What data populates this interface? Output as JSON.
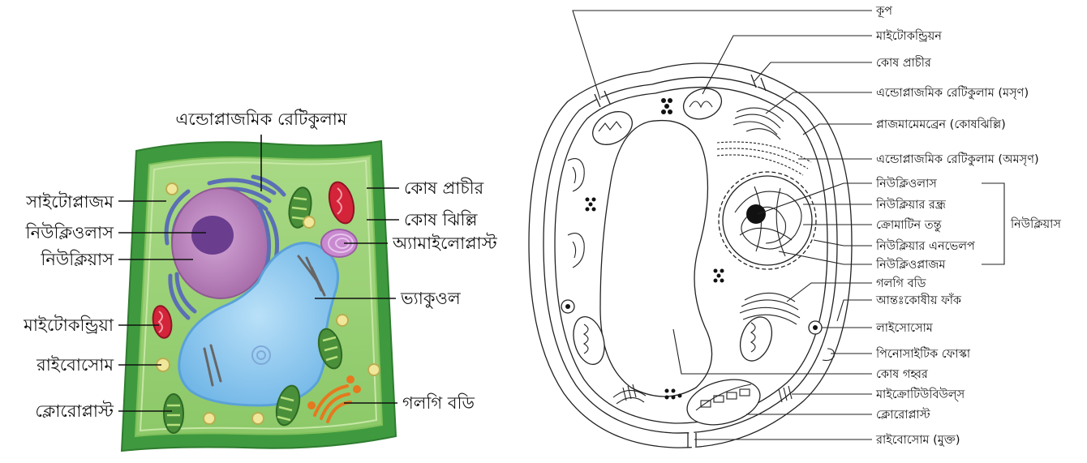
{
  "left_diagram": {
    "labels": {
      "er": "এন্ডোপ্লাজমিক রেটিকুলাম",
      "cytoplasm": "সাইটোপ্লাজম",
      "nucleolus": "নিউক্লিওলাস",
      "nucleus": "নিউক্লিয়াস",
      "mitochondria": "মাইটোকন্ড্রিয়া",
      "ribosome": "রাইবোসোম",
      "chloroplast": "ক্লোরোপ্লাস্ট",
      "cell_wall": "কোষ প্রাচীর",
      "cell_membrane": "কোষ ঝিল্লি",
      "amyloplast": "অ্যামাইলোপ্লাস্ট",
      "vacuole": "ভ্যাকুওল",
      "golgi": "গলগি বডি"
    },
    "colors": {
      "wall": "#3f9a3f",
      "cytoplasm": "#9fd27a",
      "nucleus": "#b57ab8",
      "nucleolus": "#6a3d8f",
      "vacuole": "#8fc8ee",
      "er": "#5b6fb5",
      "mitochondria": "#d4243a",
      "chloroplast": "#4a8f3a",
      "ribosome": "#f0e79a",
      "golgi": "#e6781e",
      "amyloplast": "#c98ad0"
    }
  },
  "right_diagram": {
    "labels": {
      "pit": "কূপ",
      "mitochondrion": "মাইটোকন্ড্রিয়ন",
      "cell_wall": "কোষ প্রাচীর",
      "smooth_er": "এন্ডোপ্লাজমিক রেটিকুলাম (মসৃণ)",
      "plasma_membrane": "প্লাজমামেমব্রেন (কোষঝিল্লি)",
      "rough_er": "এন্ডোপ্লাজমিক রেটিকুলাম (অমসৃণ)",
      "nucleolus": "নিউক্লিওলাস",
      "nuclear_pore": "নিউক্লিয়ার রন্ধ্র",
      "chromatin": "ক্রোমাটিন তন্তু",
      "nuclear_envelope": "নিউক্লিয়ার এনভেলপ",
      "nucleoplasm": "নিউক্লিওপ্লাজম",
      "golgi": "গলগি বডি",
      "intercellular_space": "আন্তঃকোষীয় ফাঁক",
      "lysosome": "লাইসোসোম",
      "pinocytic_vesicle": "পিনোসাইটিক ফোস্কা",
      "vacuole": "কোষ গহ্বর",
      "microtubules": "মাইক্রোটিউবিউল্স",
      "chloroplast": "ক্লোরোপ্লাস্ট",
      "ribosome_free": "রাইবোসোম (মুক্ত)",
      "nucleus_group": "নিউক্লিয়াস"
    }
  }
}
